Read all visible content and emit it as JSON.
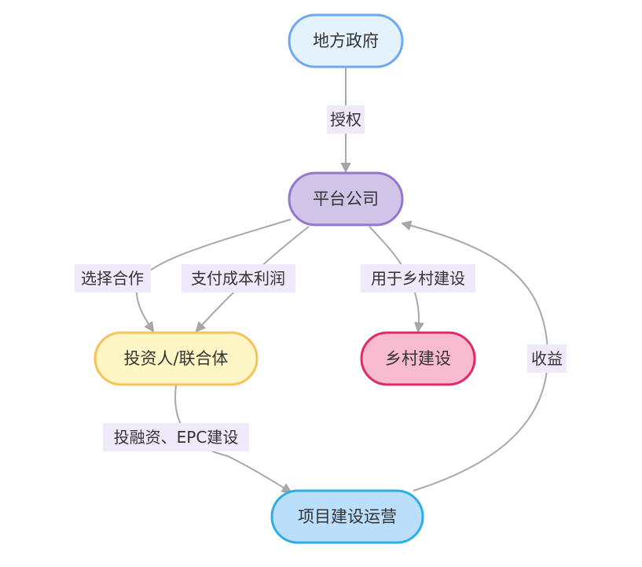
{
  "nodes": [
    {
      "id": "gov",
      "label": "地方政府",
      "fill": "#e3f2fd",
      "stroke": "#6ea8f0"
    },
    {
      "id": "platform",
      "label": "平台公司",
      "fill": "#d1c4e9",
      "stroke": "#9575cd"
    },
    {
      "id": "investor",
      "label": "投资人/联合体",
      "fill": "#fff6c6",
      "stroke": "#f7c25a"
    },
    {
      "id": "rural",
      "label": "乡村建设",
      "fill": "#f8bbd0",
      "stroke": "#e0286a"
    },
    {
      "id": "project",
      "label": "项目建设运营",
      "fill": "#bbdefb",
      "stroke": "#2bafe6"
    }
  ],
  "edges": [
    {
      "id": "gov-platform",
      "from": "gov",
      "to": "platform",
      "label": "授权"
    },
    {
      "id": "platform-investor-select",
      "from": "platform",
      "to": "investor",
      "label": "选择合作"
    },
    {
      "id": "platform-investor-pay",
      "from": "platform",
      "to": "investor",
      "label": "支付成本利润"
    },
    {
      "id": "platform-rural",
      "from": "platform",
      "to": "rural",
      "label": "用于乡村建设"
    },
    {
      "id": "investor-project",
      "from": "investor",
      "to": "project",
      "label": "投融资、EPC建设"
    },
    {
      "id": "project-platform",
      "from": "project",
      "to": "platform",
      "label": "收益"
    }
  ],
  "colors": {
    "edge_stroke": "#a8a8a8",
    "edge_label_bg": "#efe9fb",
    "text": "#333333"
  }
}
